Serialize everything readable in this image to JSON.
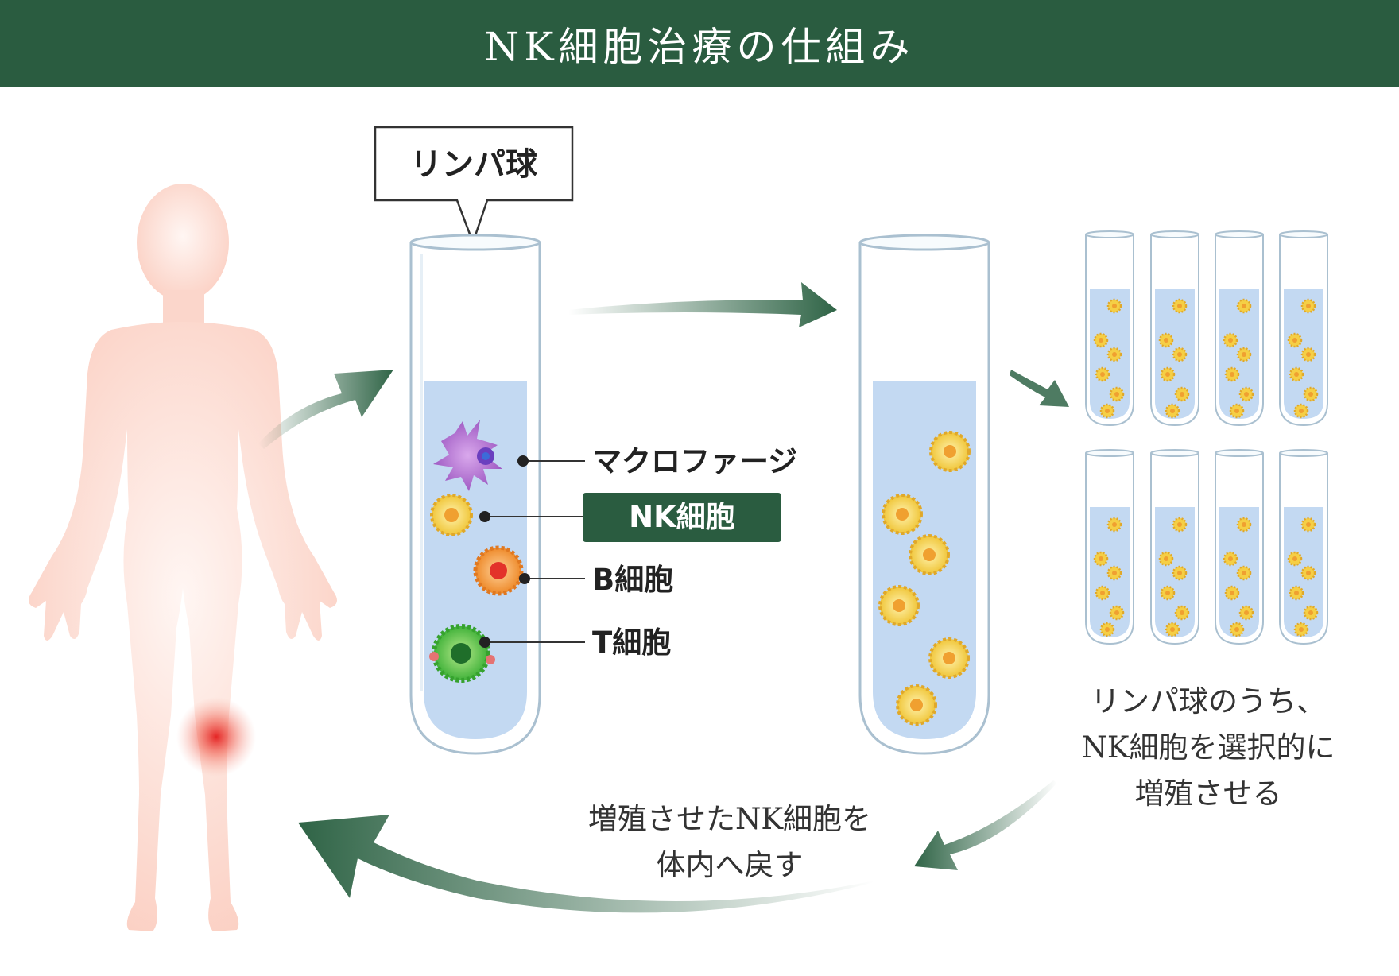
{
  "title": "NK細胞治療の仕組み",
  "callout": "リンパ球",
  "cells": {
    "macrophage": "マクロファージ",
    "nk": "NK細胞",
    "b": "B細胞",
    "t": "T細胞"
  },
  "caption_right": [
    "リンパ球のうち、",
    "NK細胞を選択的に",
    "増殖させる"
  ],
  "caption_return": [
    "増殖させたNK細胞を",
    "体内へ戻す"
  ],
  "colors": {
    "header": "#2a5c40",
    "arrow": "#2f6446",
    "liquid": "#c3d9f2",
    "nk_cell": "#f0c63a",
    "body": "#fbd3c7",
    "inflammation": "#e53935"
  }
}
